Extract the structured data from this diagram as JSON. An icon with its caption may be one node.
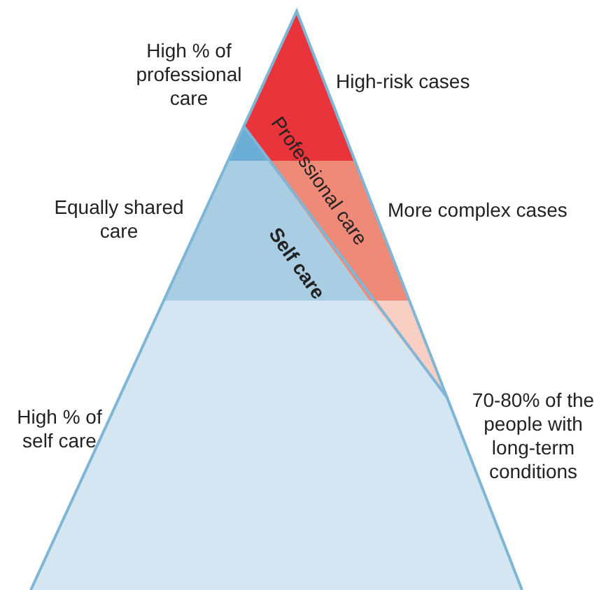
{
  "diagram": {
    "labels": [
      "High % of professional care",
      "High-risk cases",
      "Professional care",
      "Equally shared care",
      "More complex cases",
      "Self care",
      "High % of self care",
      "70-80% of the people with long-term conditions"
    ]
  }
}
